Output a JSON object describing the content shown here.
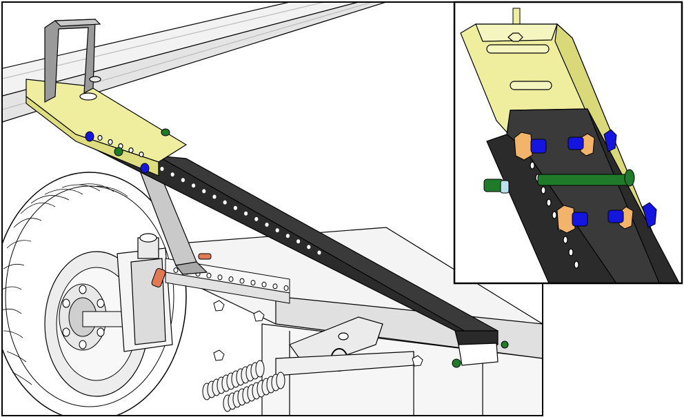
{
  "diagram": {
    "parts": [
      {
        "id": "tire",
        "icon": "tire-tread-icon"
      },
      {
        "id": "wheel-hub",
        "icon": "hub-icon"
      },
      {
        "id": "trailer-frame",
        "icon": "frame-icon"
      },
      {
        "id": "drawbar-black",
        "icon": "drawbar-icon"
      },
      {
        "id": "sleeve-yellow",
        "icon": "sleeve-icon"
      },
      {
        "id": "mounting-bracket",
        "icon": "bracket-icon"
      },
      {
        "id": "support-leg",
        "icon": "leg-icon"
      },
      {
        "id": "coil-springs",
        "icon": "spring-icon"
      },
      {
        "id": "detail-inset",
        "icon": "magnifier-icon"
      }
    ],
    "colors": {
      "sleeve": "#eeee9e",
      "drawbar": "#3a3a3a",
      "bolt_blue": "#1515e0",
      "pin_green": "#1f7a2a",
      "nut_orange": "#f2b36a",
      "pin_copper": "#e07a55",
      "outline": "#000000",
      "frame_light": "#f4f4f4",
      "frame_shade": "#d8d8d8"
    }
  }
}
